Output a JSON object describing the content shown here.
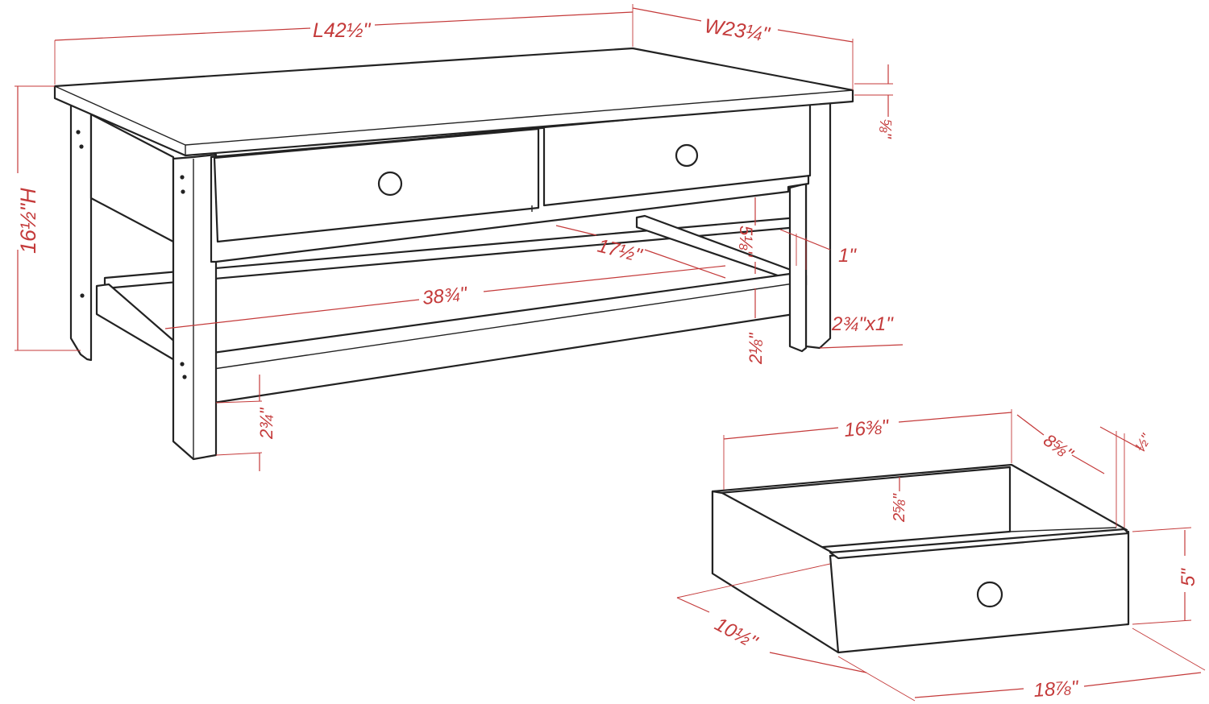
{
  "colors": {
    "dimension": "#c43a3a",
    "outline": "#222222",
    "background": "#ffffff"
  },
  "labels": {
    "length": "L42½\"",
    "width": "W23¼\"",
    "height": "16½\"H",
    "top_thickness": "⅝\"",
    "shelf_length": "38¾\"",
    "shelf_depth": "17½\"",
    "drawer_gap": "5⅛\"",
    "leg_thickness": "1\"",
    "leg_size": "2¾\"x1\"",
    "shelf_rail": "2⅛\"",
    "bottom_clearance": "2¾\"",
    "drawer_length": "16⅜\"",
    "drawer_depth": "8⅝\"",
    "drawer_side": "½\"",
    "drawer_inner_height": "2⅝\"",
    "drawer_height": "5\"",
    "drawer_front_depth": "10½\"",
    "drawer_front_length": "18⅞\""
  }
}
